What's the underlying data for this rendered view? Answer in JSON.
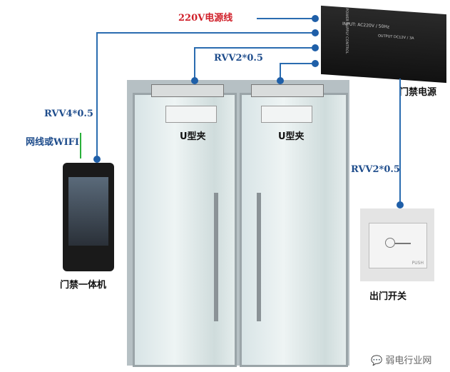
{
  "labels": {
    "mains": "220V电源线",
    "rvv_top": "RVV2*0.5",
    "rvv_reader": "RVV4*0.5",
    "network": "网线或WIFI",
    "rvv_button": "RVV2*0.5",
    "psu": "门禁电源",
    "bracket_left": "U型夹",
    "bracket_right": "U型夹",
    "reader": "门禁一体机",
    "exit_button": "出门开关",
    "watermark": "弱电行业网"
  },
  "psu_face": {
    "brand": "POWER SUPPLY CONTROL",
    "input": "INPUT: AC220V / 50Hz",
    "output": "OUTPUT DC12V / 3A"
  },
  "exit_button_face": "PUSH",
  "colors": {
    "wire": "#2a6cb0",
    "mains_label": "#d0202a",
    "label_blue": "#1f4d8c"
  }
}
